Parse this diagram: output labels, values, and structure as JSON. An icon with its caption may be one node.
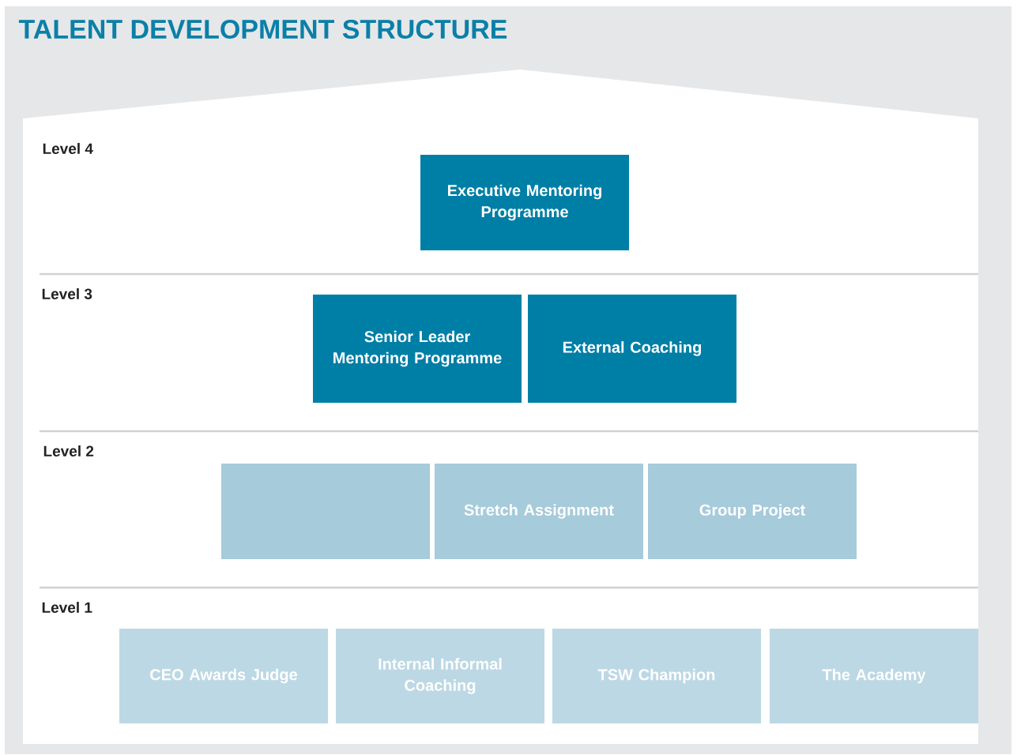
{
  "diagram": {
    "title": "TALENT DEVELOPMENT STRUCTURE",
    "nodes": [
      {
        "text": [
          "Executive Mentoring Programme"
        ]
      },
      {
        "text": [
          "Senior Leader Mentoring Programme"
        ]
      },
      {
        "text": [
          "External Coaching"
        ]
      },
      {
        "text": [],
        "shape": "box"
      },
      {
        "text": [
          "Stretch Assignment"
        ]
      },
      {
        "text": [
          "Group Project"
        ]
      },
      {
        "text": [
          "CEO Awards Judge"
        ]
      },
      {
        "text": [
          "Internal Informal Coaching"
        ]
      },
      {
        "text": [
          "TSW Champion"
        ]
      },
      {
        "text": [
          "The Academy"
        ]
      }
    ],
    "labels": [
      "Level 4",
      "Level 3",
      "Level 2",
      "Level 1"
    ]
  }
}
